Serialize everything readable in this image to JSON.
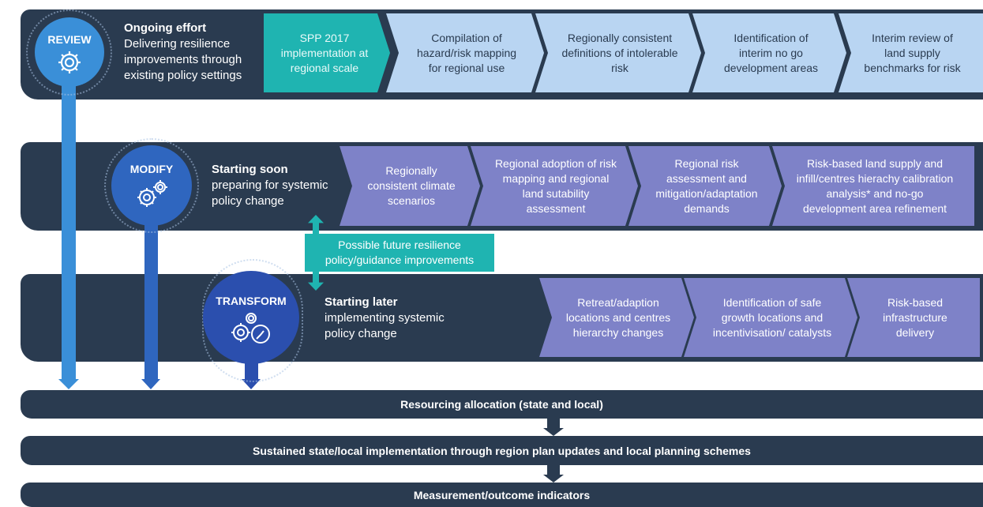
{
  "colors": {
    "band": "#2a3b50",
    "review": "#3a8fd8",
    "modify": "#2f66bf",
    "transform": "#2b4fae",
    "teal": "#1fb4b1",
    "light_chevron": "#b9d5f2",
    "purple_chevron": "#7e82c8"
  },
  "review": {
    "name": "REVIEW",
    "icon": "gear-icon",
    "heading": "Ongoing effort",
    "description": "Delivering resilience improvements through existing policy settings",
    "steps": [
      "SPP 2017 implementation at regional scale",
      "Compilation of hazard/risk mapping for regional use",
      "Regionally consistent definitions of intolerable risk",
      "Identification of interim no go development areas",
      "Interim review of land supply benchmarks for risk"
    ]
  },
  "modify": {
    "name": "MODIFY",
    "icon": "gears-icon",
    "heading": "Starting soon",
    "description": "preparing for systemic policy change",
    "steps": [
      "Regionally consistent climate scenarios",
      "Regional adoption of risk mapping and regional land sutability assessment",
      "Regional risk assessment and mitigation/adaptation demands",
      "Risk-based land supply and infill/centres hierachy calibration analysis* and no-go development area refinement"
    ]
  },
  "transform": {
    "name": "TRANSFORM",
    "icon": "gears-wrench-icon",
    "heading": "Starting later",
    "description": "implementing systemic policy change",
    "steps": [
      "Retreat/adaption locations and centres hierarchy changes",
      "Identification of safe growth locations and incentivisation/ catalysts",
      "Risk-based infrastructure delivery"
    ]
  },
  "callout": "Possible future resilience policy/guidance improvements",
  "footer": [
    "Resourcing allocation (state and local)",
    "Sustained state/local implementation through region plan updates and local planning schemes",
    "Measurement/outcome indicators"
  ]
}
